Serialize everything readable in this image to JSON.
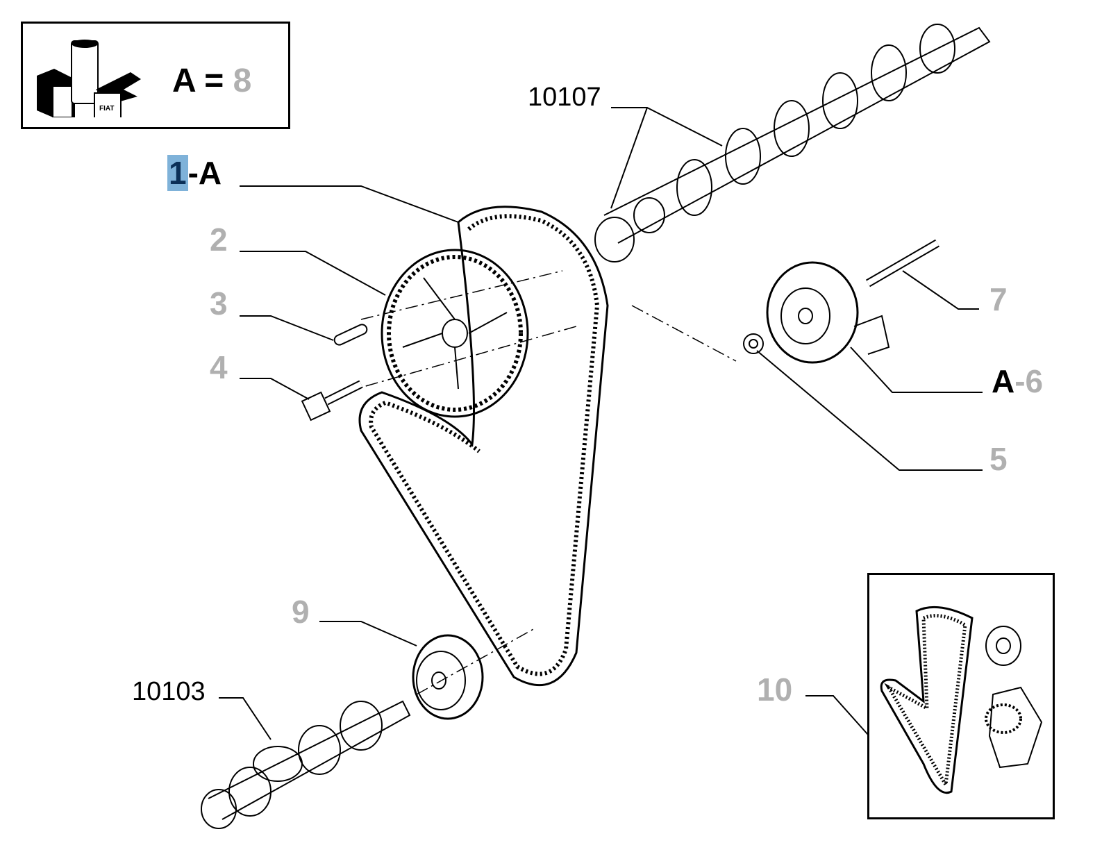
{
  "legend": {
    "letter": "A",
    "equals": "=",
    "value": "8",
    "logo_text": "FIAT"
  },
  "callouts": {
    "c1": {
      "num": "1",
      "sep": "-A"
    },
    "c2": "2",
    "c3": "3",
    "c4": "4",
    "c5": "5",
    "c6": {
      "prefix": "A",
      "num": "-6"
    },
    "c7": "7",
    "c9": "9",
    "c10": "10",
    "ref_camshaft": "10107",
    "ref_crankshaft": "10103"
  },
  "colors": {
    "highlight": "#7fb2d9",
    "callout_gray": "#b0b0b0"
  }
}
